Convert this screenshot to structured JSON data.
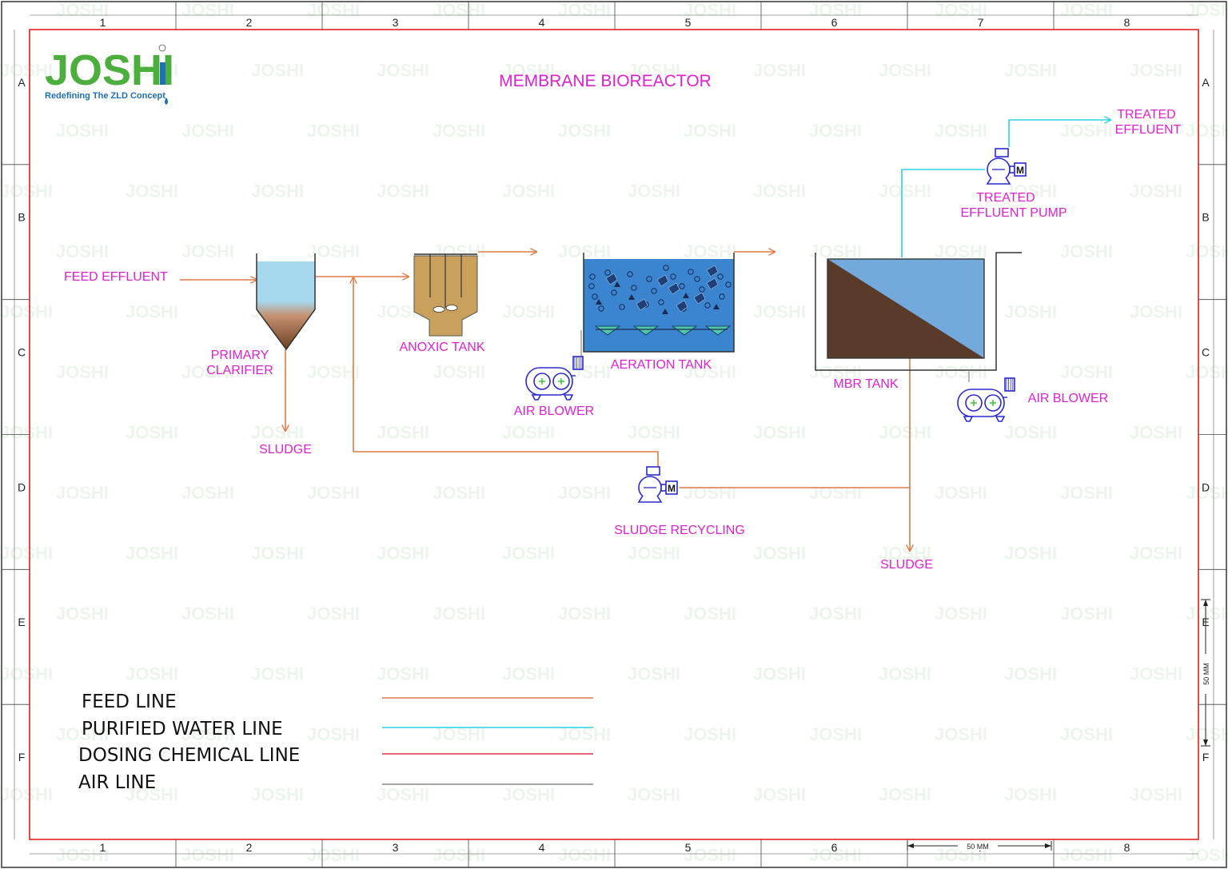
{
  "title": "MEMBRANE BIOREACTOR",
  "logo": {
    "name": "JOSHI",
    "tagline": "Redefining The ZLD Concept"
  },
  "watermark": "JOSHI",
  "labels": {
    "feed_effluent": "FEED EFFLUENT",
    "primary_clarifier": [
      "PRIMARY",
      "CLARIFIER"
    ],
    "sludge_left": "SLUDGE",
    "anoxic_tank": "ANOXIC TANK",
    "aeration_tank": "AERATION TANK",
    "air_blower_left": "AIR BLOWER",
    "mbr_tank": "MBR TANK",
    "air_blower_right": "AIR BLOWER",
    "treated_effluent": [
      "TREATED",
      "EFFLUENT"
    ],
    "treated_effluent_pump": [
      "TREATED",
      "EFFLUENT PUMP"
    ],
    "sludge_recycling": "SLUDGE RECYCLING",
    "sludge_right": "SLUDGE"
  },
  "legend": [
    {
      "label": "FEED LINE",
      "color": "#e07a45"
    },
    {
      "label": "PURIFIED WATER  LINE",
      "color": "#28d2e6"
    },
    {
      "label": "DOSING CHEMICAL  LINE",
      "color": "#e0304a"
    },
    {
      "label": "AIR  LINE",
      "color": "#888888"
    }
  ],
  "grid": {
    "columns": [
      "1",
      "2",
      "3",
      "4",
      "5",
      "6",
      "7",
      "8"
    ],
    "rows": [
      "A",
      "B",
      "C",
      "D",
      "E",
      "F"
    ]
  },
  "scale": {
    "horizontal": "50 MM",
    "vertical": "50 MM"
  },
  "colors": {
    "label": "#e020d0",
    "feed_line": "#e07a45",
    "purified_line": "#28d2e6",
    "equipment": "#2a2ad0",
    "border": "#e01010"
  },
  "motor_letter": "M"
}
